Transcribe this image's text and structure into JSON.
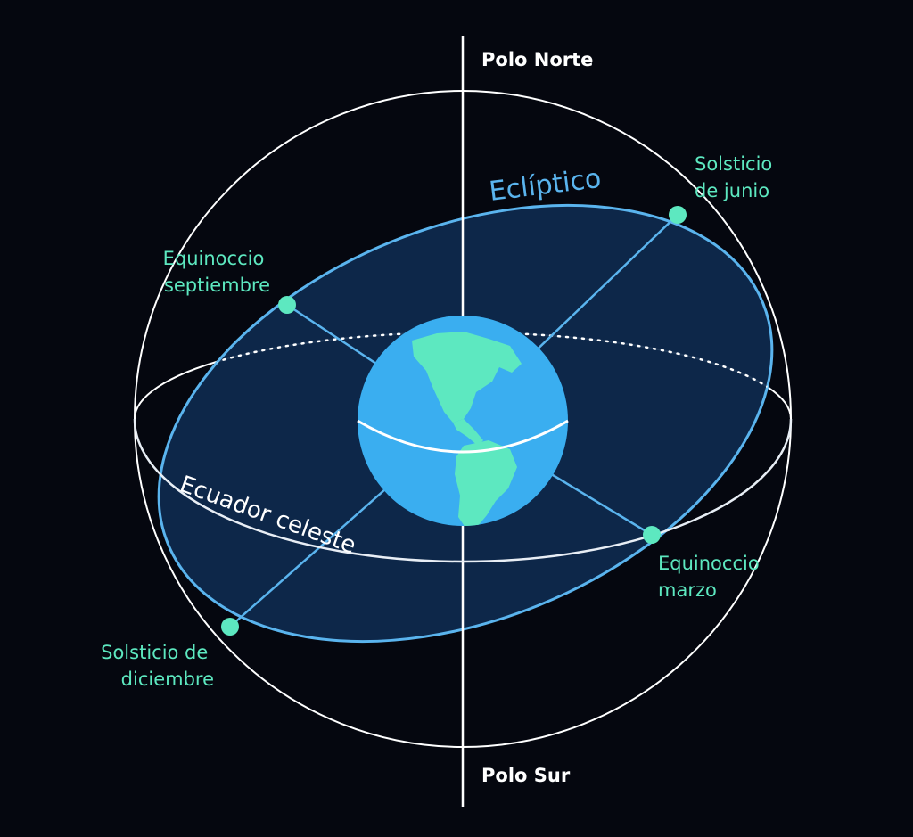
{
  "labels": {
    "north_pole": "Polo Norte",
    "south_pole": "Polo Sur",
    "ecliptic": "Eclíptico",
    "celestial_equator": "Ecuador celeste",
    "june_solstice": [
      "Solsticio",
      "de junio"
    ],
    "september_equinox": [
      "Equinoccio",
      "septiembre"
    ],
    "march_equinox": [
      "Equinoccio",
      "marzo"
    ],
    "december_solstice": [
      "Solsticio de",
      "diciembre"
    ]
  },
  "colors": {
    "background": "#05070f",
    "ecliptic_fill": "#0e2a4d",
    "ecliptic_stroke": "#5ab4ee",
    "marker": "#5de8c0",
    "earth_ocean": "#3aaef0",
    "earth_land": "#5de8c0",
    "lines": "#ffffff"
  }
}
